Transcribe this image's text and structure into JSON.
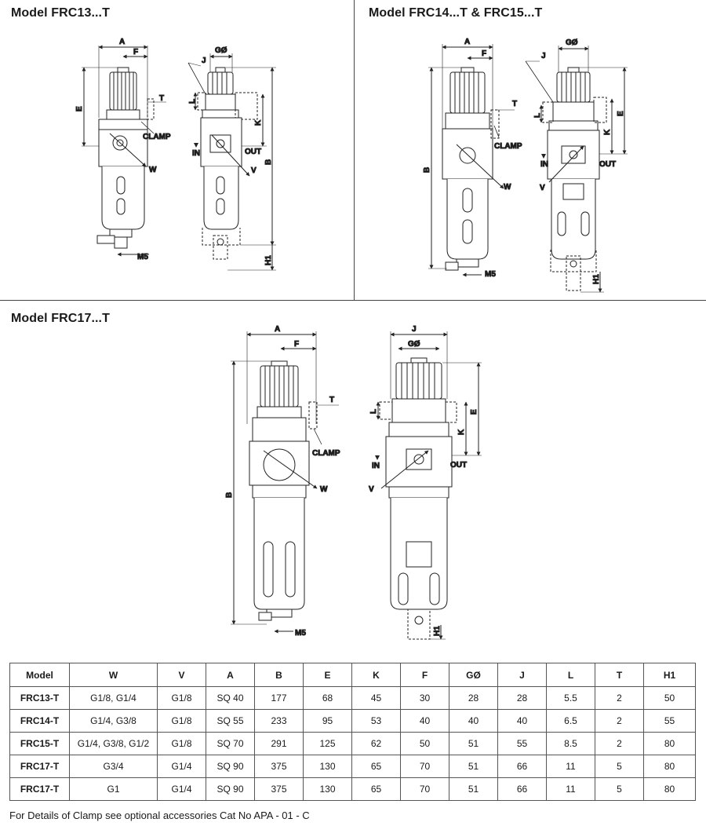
{
  "titles": {
    "frc13": "Model FRC13...T",
    "frc14_15": "Model FRC14...T & FRC15...T",
    "frc17": "Model FRC17...T"
  },
  "labels": {
    "A": "A",
    "F": "F",
    "E": "E",
    "T": "T",
    "B": "B",
    "K": "K",
    "L": "L",
    "J": "J",
    "G": "GØ",
    "W": "W",
    "V": "V",
    "IN": "IN",
    "OUT": "OUT",
    "CLAMP": "CLAMP",
    "M5": "M5",
    "H1": "H1"
  },
  "table": {
    "headers": [
      "Model",
      "W",
      "V",
      "A",
      "B",
      "E",
      "K",
      "F",
      "GØ",
      "J",
      "L",
      "T",
      "H1"
    ],
    "rows": [
      [
        "FRC13-T",
        "G1/8, G1/4",
        "G1/8",
        "SQ 40",
        "177",
        "68",
        "45",
        "30",
        "28",
        "28",
        "5.5",
        "2",
        "50"
      ],
      [
        "FRC14-T",
        "G1/4, G3/8",
        "G1/8",
        "SQ 55",
        "233",
        "95",
        "53",
        "40",
        "40",
        "40",
        "6.5",
        "2",
        "55"
      ],
      [
        "FRC15-T",
        "G1/4, G3/8, G1/2",
        "G1/8",
        "SQ 70",
        "291",
        "125",
        "62",
        "50",
        "51",
        "55",
        "8.5",
        "2",
        "80"
      ],
      [
        "FRC17-T",
        "G3/4",
        "G1/4",
        "SQ 90",
        "375",
        "130",
        "65",
        "70",
        "51",
        "66",
        "11",
        "5",
        "80"
      ],
      [
        "FRC17-T",
        "G1",
        "G1/4",
        "SQ 90",
        "375",
        "130",
        "65",
        "70",
        "51",
        "66",
        "11",
        "5",
        "80"
      ]
    ]
  },
  "footnote": "For Details of Clamp see optional accessories Cat No APA - 01 - C"
}
